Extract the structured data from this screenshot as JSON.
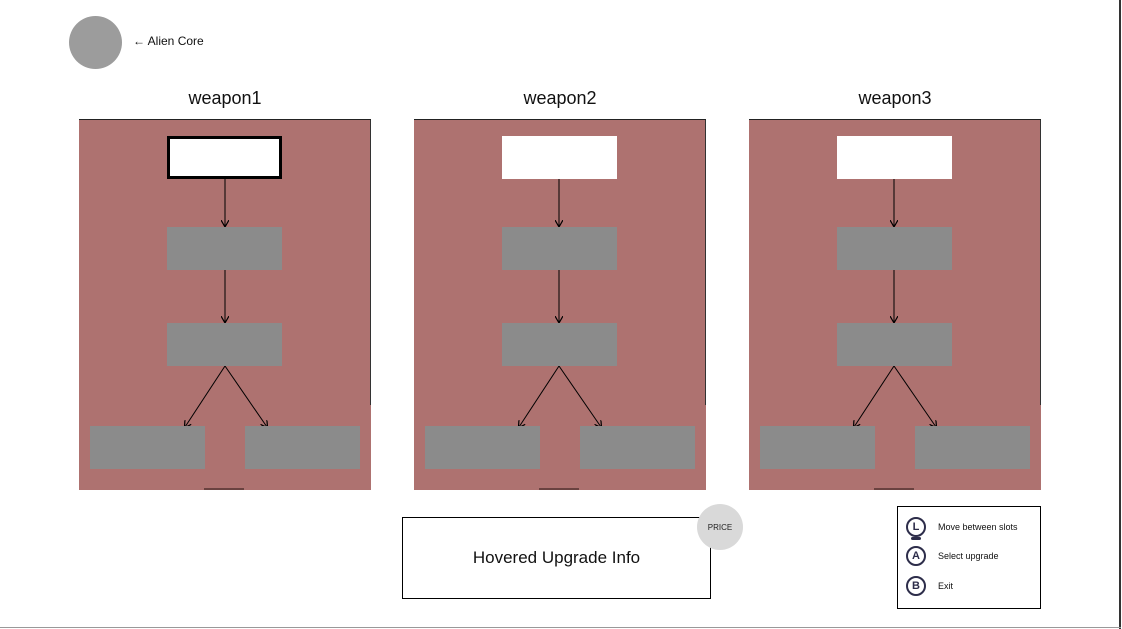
{
  "header": {
    "back_label": "← Alien Core"
  },
  "weapons": [
    {
      "title": "weapon1"
    },
    {
      "title": "weapon2"
    },
    {
      "title": "weapon3"
    }
  ],
  "info": {
    "text": "Hovered Upgrade Info",
    "price": "PRICE"
  },
  "controls": [
    {
      "button": "L",
      "label": "Move between slots",
      "icon": "left-stick-icon"
    },
    {
      "button": "A",
      "label": "Select upgrade",
      "icon": "a-button-icon"
    },
    {
      "button": "B",
      "label": "Exit",
      "icon": "b-button-icon"
    }
  ],
  "colors": {
    "panel": "#ae7270",
    "node": "#8b8b8b",
    "root_node": "#ffffff"
  }
}
